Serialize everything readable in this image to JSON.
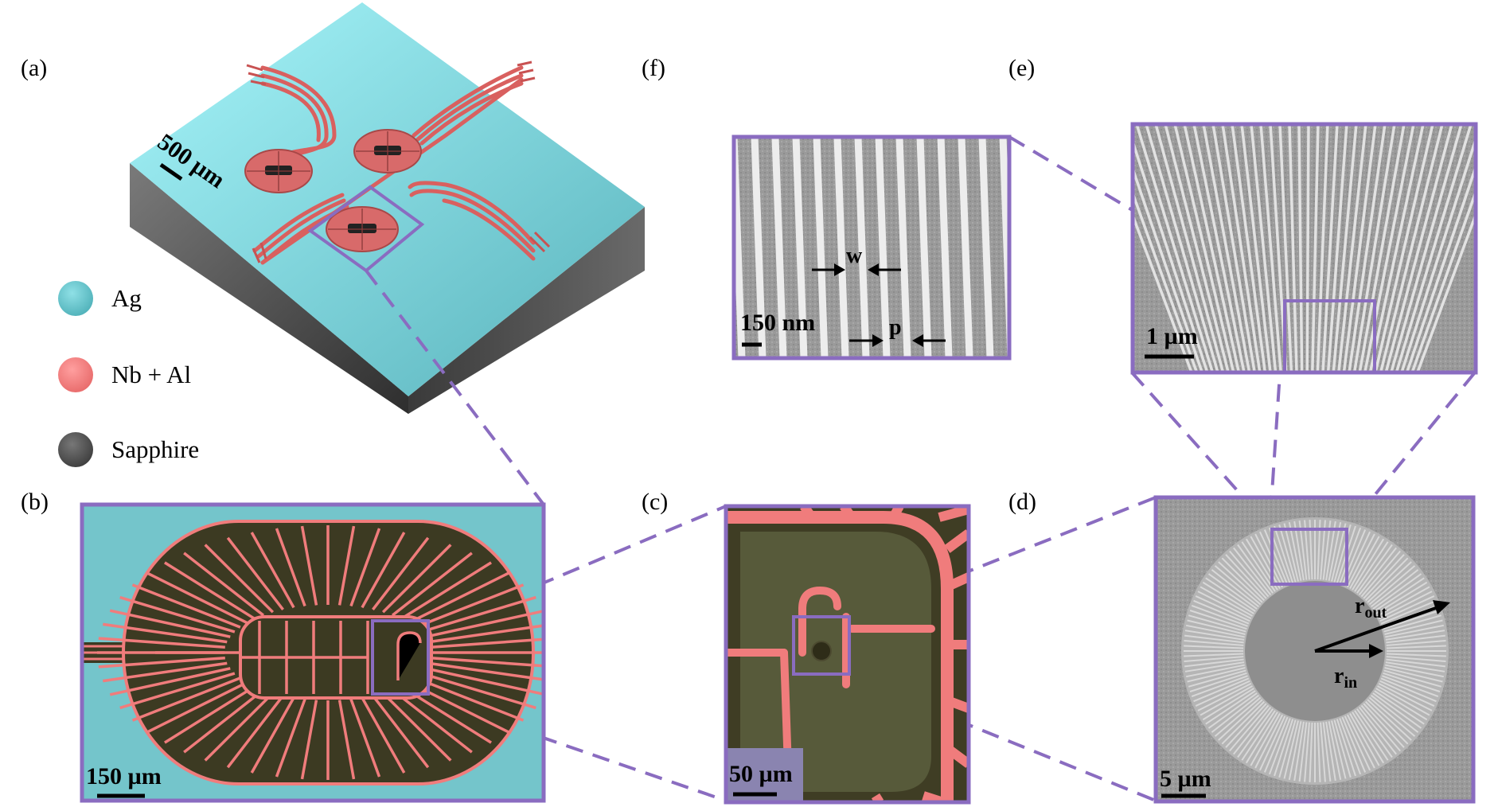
{
  "colors": {
    "frame": "#8a6cc0",
    "silver": "#6fc4cb",
    "metal": "#f07c7c",
    "sapphire": "#555555",
    "sem_gray": "#a3a3a3",
    "optical_dark": "#3c3a22"
  },
  "panels": {
    "a": {
      "letter": "(a)",
      "scale": "500 µm"
    },
    "b": {
      "letter": "(b)",
      "scale": "150 µm"
    },
    "c": {
      "letter": "(c)",
      "scale": "50 µm"
    },
    "d": {
      "letter": "(d)",
      "scale": "5 µm",
      "r_out": "r",
      "r_out_sub": "out",
      "r_in": "r",
      "r_in_sub": "in"
    },
    "e": {
      "letter": "(e)",
      "scale": "1 µm"
    },
    "f": {
      "letter": "(f)",
      "scale": "150 nm",
      "w_label": "w",
      "p_label": "p"
    }
  },
  "legend": [
    {
      "label": "Ag",
      "color": "#6fc4cb"
    },
    {
      "label": "Nb + Al",
      "color": "#f07c7c"
    },
    {
      "label": "Sapphire",
      "color": "#555555"
    }
  ]
}
